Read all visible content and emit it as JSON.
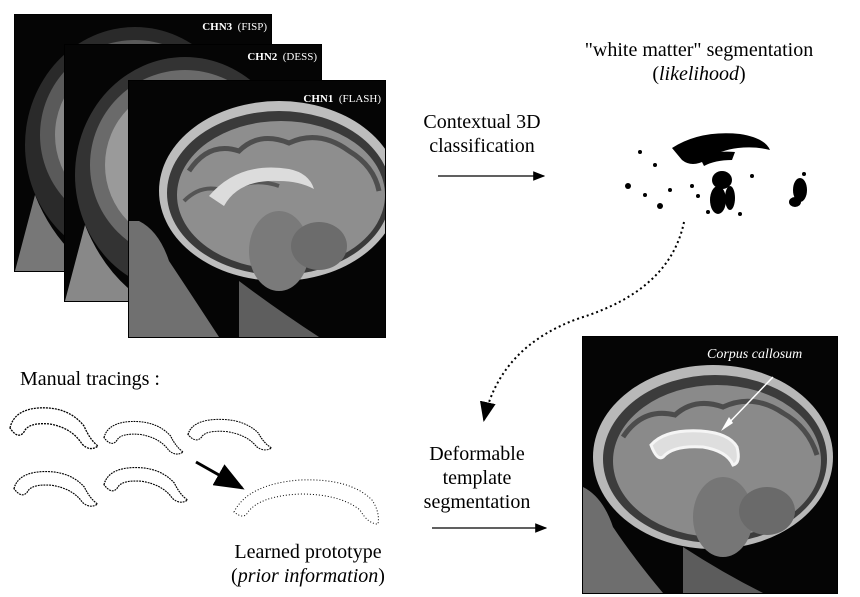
{
  "channels": [
    {
      "name": "CHN3",
      "type": "(FISP)"
    },
    {
      "name": "CHN2",
      "type": "(DESS)"
    },
    {
      "name": "CHN1",
      "type": "(FLASH)"
    }
  ],
  "classification": {
    "line1": "Contextual 3D",
    "line2": "classification"
  },
  "segmentation_result": {
    "line1": "\"white matter\" segmentation",
    "line2": "likelihood",
    "open": "(",
    "close": ")"
  },
  "manual_tracings": "Manual tracings :",
  "prototype": {
    "line1": "Learned prototype",
    "line2": "prior information",
    "open": "(",
    "close": ")"
  },
  "deformable": {
    "line1": "Deformable",
    "line2": "template",
    "line3": "segmentation"
  },
  "final_label": "Corpus callosum"
}
